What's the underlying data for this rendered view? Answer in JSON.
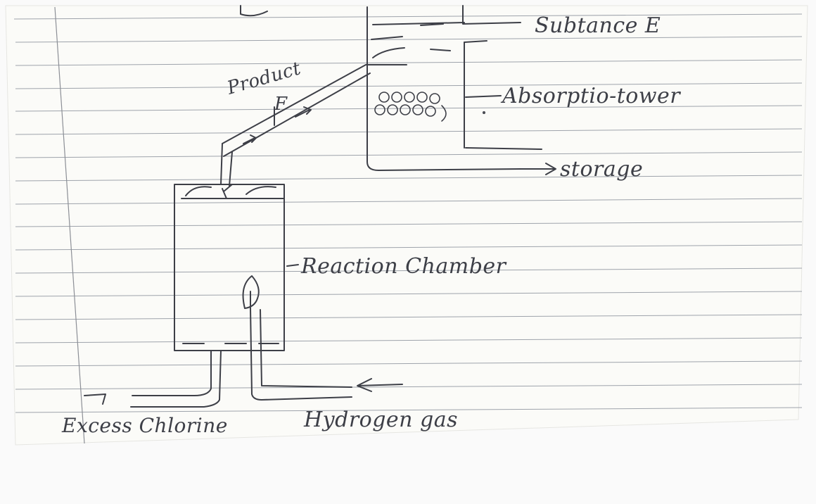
{
  "labels": {
    "substance": "Subtance E",
    "absorption_tower": "Absorptio-tower",
    "product_line1": "Product",
    "product_line2": "F",
    "storage": "storage",
    "reaction_chamber": "Reaction Chamber",
    "excess_chlorine": "Excess Chlorine",
    "hydrogen_gas": "Hydrogen gas"
  },
  "colors": {
    "ink": "#3d3f47",
    "paper": "#fbfbf8",
    "rule_line": "#9ea3ab",
    "margin_line": "#8c8f96"
  }
}
